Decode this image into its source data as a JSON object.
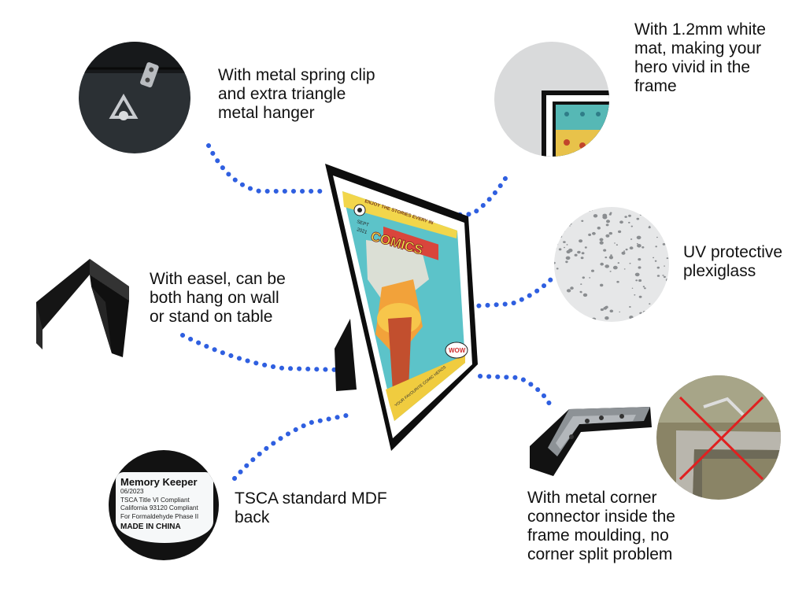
{
  "features": {
    "hanger": {
      "lines": [
        "With metal spring clip",
        "and extra triangle",
        "metal hanger"
      ],
      "icon": "spring-clip-hanger-icon"
    },
    "mat": {
      "lines": [
        "With 1.2mm white",
        "mat, making your",
        "hero vivid in the",
        "frame"
      ],
      "icon": "white-mat-icon"
    },
    "easel": {
      "lines": [
        "With easel, can be",
        "both hang on wall",
        "or stand on table"
      ],
      "icon": "easel-icon"
    },
    "plexiglass": {
      "lines": [
        "UV protective",
        "plexiglass"
      ],
      "icon": "plexiglass-icon"
    },
    "mdf": {
      "lines": [
        "TSCA standard MDF",
        "back"
      ],
      "icon": "mdf-label-icon"
    },
    "corner": {
      "lines": [
        "With metal corner",
        "connector inside the",
        "frame moulding, no",
        "corner split problem"
      ],
      "icon": "corner-connector-icon"
    }
  },
  "label": {
    "title": "Memory Keeper",
    "lines": [
      "06/2023",
      "TSCA Title VI Compliant",
      "California 93120 Compliant",
      "For Formaldehyde Phase II"
    ],
    "origin": "MADE IN CHINA"
  },
  "poster": {
    "tagline": "ENJOY THE STORIES EVERY IN",
    "title": "COMICS",
    "date_top": "SEPT",
    "date_bottom": "2021",
    "badge": "WOW",
    "footer": "YOUR FAVOURITE COMIC HEROS"
  },
  "colors": {
    "dots": "#2f5fe0",
    "frame": "#0d0d0d",
    "mat": "#ffffff",
    "cross": "#e02020"
  }
}
